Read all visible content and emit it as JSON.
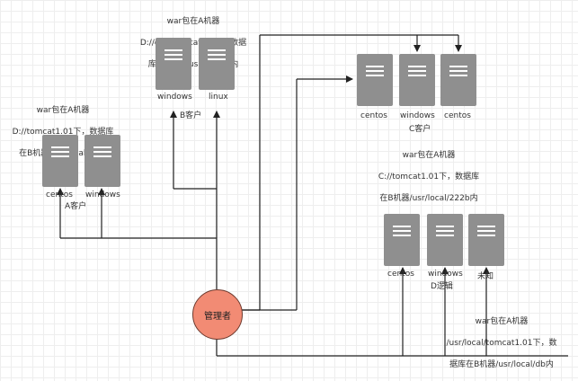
{
  "notes": {
    "b_note": [
      "war包在A机器",
      "D://ddd/tomcat2.3下，数据",
      "库在B机器/usr/opt/db内"
    ],
    "a_note": [
      "war包在A机器",
      "D://tomcat1.01下，数据库",
      "在B机器/usr/local/db内"
    ],
    "c_note": [
      "war包在A机器",
      "C://tomcat1.01下，数据库",
      "在B机器/usr/local/222b内"
    ],
    "d_note": [
      "war包在A机器",
      "/usr/local/tomcat1.01下，数",
      "据库在B机器/usr/local/db内"
    ]
  },
  "groups": {
    "a": {
      "servers": [
        "centos",
        "windows"
      ],
      "label": "A客户"
    },
    "b": {
      "servers": [
        "windows",
        "linux"
      ],
      "label": "B客户"
    },
    "c": {
      "servers": [
        "centos",
        "windows",
        "centos"
      ],
      "label": "C客户"
    },
    "d": {
      "servers": [
        "centos",
        "windows",
        "未知"
      ],
      "label": "D逻辑"
    }
  },
  "manager": {
    "label": "管理者"
  },
  "colors": {
    "manager_fill": "#f28b74",
    "server": "#8f8f8f",
    "line": "#222222"
  }
}
